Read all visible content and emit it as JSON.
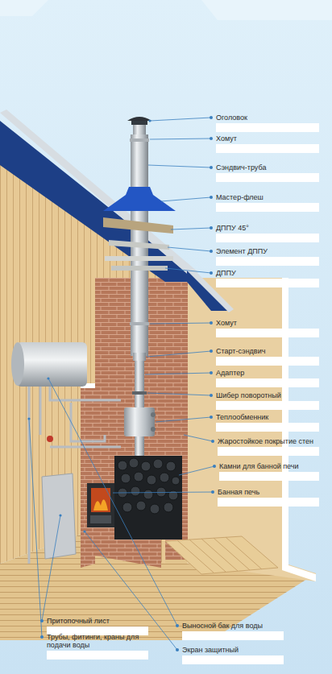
{
  "diagram": {
    "labels": [
      "Оголовок",
      "Хомут",
      "Сэндвич-труба",
      "Мастер-флеш",
      "ДППУ 45°",
      "Элемент ДППУ",
      "ДППУ",
      "Хомут",
      "Старт-сэндвич",
      "Адаптер",
      "Шибер поворотный",
      "Теплообменник",
      "Жаростойкое покрытие стен",
      "Камни для банной печи",
      "Банная печь",
      "Притопочный лист",
      "Выносной бак для воды",
      "Трубы, фитинги, краны для подачи воды",
      "Экран защитный"
    ]
  }
}
